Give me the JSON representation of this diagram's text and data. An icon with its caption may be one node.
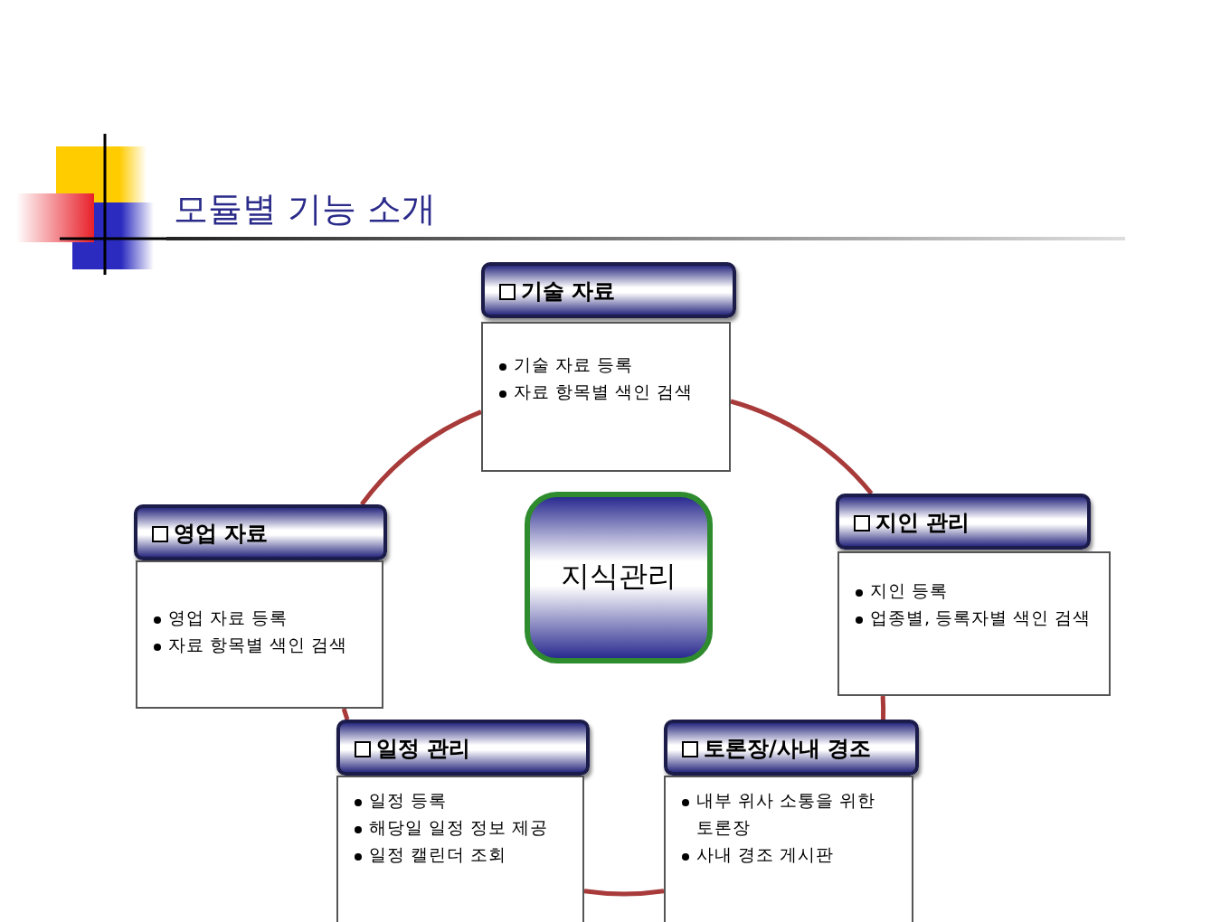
{
  "diagram": {
    "title": "모듈별 기능 소개",
    "nodes": [
      {
        "text": [
          "기술 자료"
        ]
      },
      {
        "text": [
          "기술 자료 등록",
          "자료 항목별 색인 검색"
        ]
      },
      {
        "text": [
          "영업 자료"
        ]
      },
      {
        "text": [
          "영업 자료 등록",
          "자료 항목별 색인 검색"
        ]
      },
      {
        "text": [
          "지식관리"
        ]
      },
      {
        "text": [
          "지인 관리"
        ]
      },
      {
        "text": [
          "지인 등록",
          "업종별, 등록자별 색인 검색"
        ]
      },
      {
        "text": [
          "일정 관리"
        ]
      },
      {
        "text": [
          "일정 등록",
          "해당일 일정 정보 제공",
          "일정 캘린더 조회"
        ]
      },
      {
        "text": [
          "토론장/사내 경조"
        ]
      },
      {
        "text": [
          "내부 위사 소통을 위한 토론장",
          "사내 경조 게시판"
        ]
      }
    ],
    "edges": [
      {
        "from": 2,
        "to": 1,
        "arrow": "none"
      },
      {
        "from": 1,
        "to": 5,
        "arrow": "none"
      },
      {
        "from": 6,
        "to": 9,
        "arrow": "none"
      },
      {
        "from": 10,
        "to": 8,
        "arrow": "none"
      },
      {
        "from": 7,
        "to": 3,
        "arrow": "none"
      }
    ]
  }
}
